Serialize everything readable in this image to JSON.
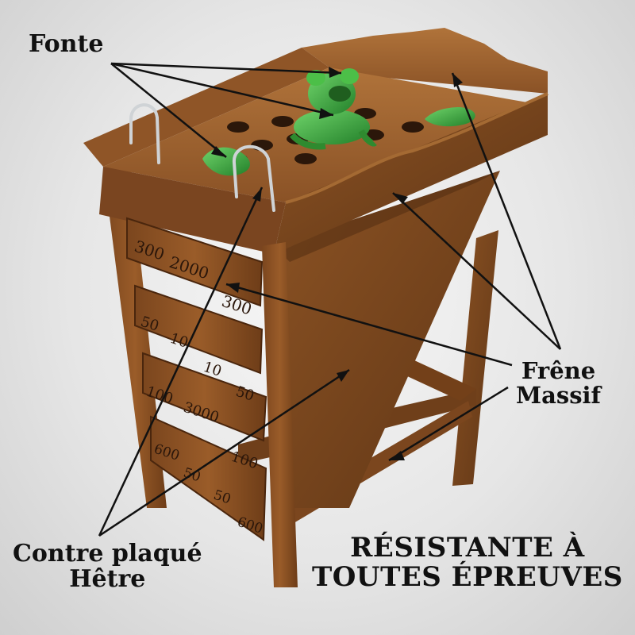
{
  "annotations": {
    "cast_iron": "Fonte",
    "solid_ash_line1": "Frêne",
    "solid_ash_line2": "Massif",
    "plywood_line1": "Contre plaqué",
    "plywood_line2": "Hêtre"
  },
  "tagline": {
    "line1": "RÉSISTANTE À",
    "line2": "TOUTES ÉPREUVES"
  },
  "score_boards": [
    {
      "values": [
        "300",
        "2000",
        "300"
      ]
    },
    {
      "values": [
        "50",
        "10",
        "10",
        "50"
      ]
    },
    {
      "values": [
        "100",
        "3000",
        "100"
      ]
    },
    {
      "values": [
        "600",
        "50",
        "50",
        "600"
      ]
    }
  ],
  "colors": {
    "wood": "#8a5226",
    "wood_dark": "#5c3314",
    "wood_light": "#a9692f",
    "frog": "#3ea83c",
    "text": "#111111"
  },
  "icons": [
    "frog-statue-icon",
    "wire-hoop-icon",
    "throwing-hole-icon"
  ]
}
